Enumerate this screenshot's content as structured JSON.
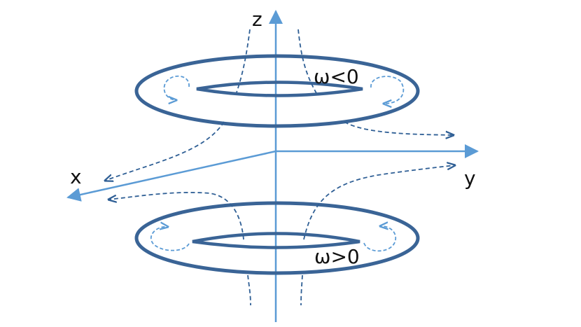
{
  "labels": {
    "z_axis": "z",
    "x_axis": "x",
    "y_axis": "y",
    "upper_ring": "ω<0",
    "lower_ring": "ω>0"
  },
  "colors": {
    "axis": "#5b9bd5",
    "ring": "#3a6496",
    "flow_dark": "#2f5f95",
    "flow_light": "#5b9bd5",
    "text": "#111111"
  }
}
